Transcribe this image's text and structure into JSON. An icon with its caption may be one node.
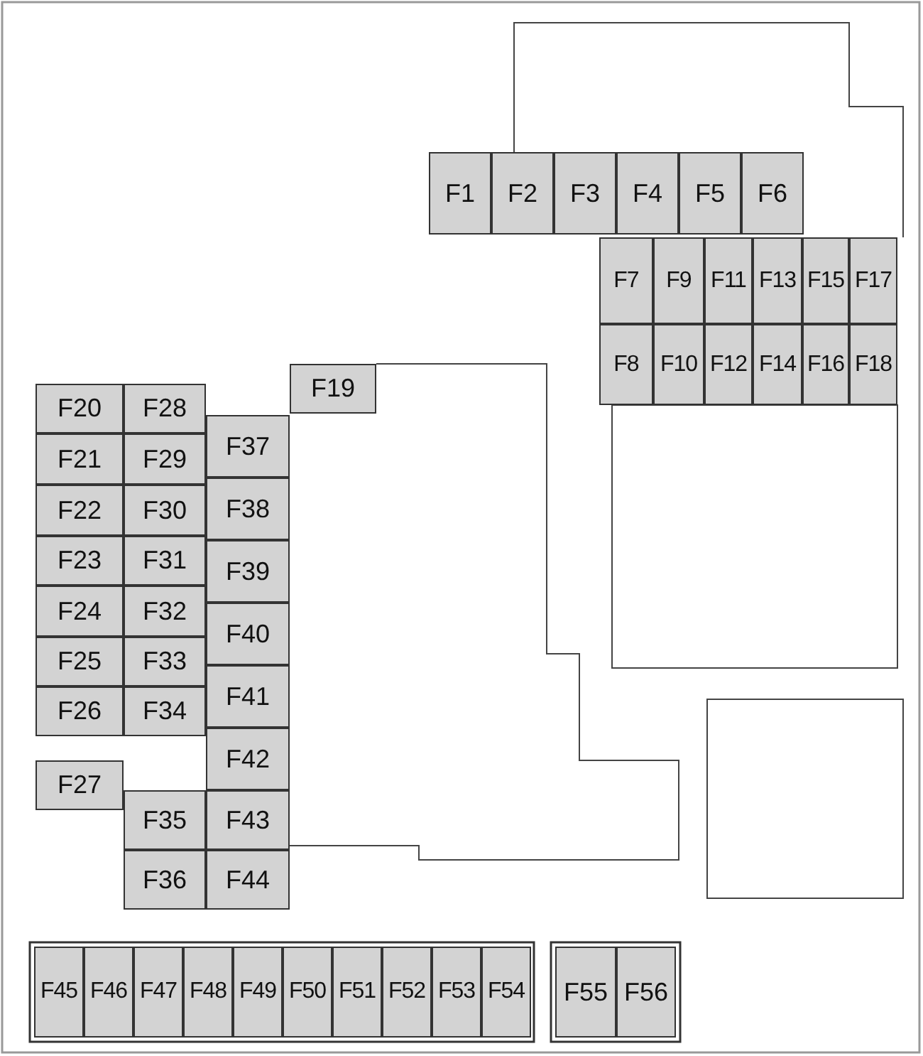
{
  "diagram": {
    "nodes": [
      {
        "text": [
          "F1"
        ]
      },
      {
        "text": [
          "F2"
        ]
      },
      {
        "text": [
          "F3"
        ]
      },
      {
        "text": [
          "F4"
        ]
      },
      {
        "text": [
          "F5"
        ]
      },
      {
        "text": [
          "F6"
        ]
      },
      {
        "text": [
          "F7"
        ]
      },
      {
        "text": [
          "F9"
        ]
      },
      {
        "text": [
          "F11"
        ]
      },
      {
        "text": [
          "F13"
        ]
      },
      {
        "text": [
          "F15"
        ]
      },
      {
        "text": [
          "F17"
        ]
      },
      {
        "text": [
          "F8"
        ]
      },
      {
        "text": [
          "F10"
        ]
      },
      {
        "text": [
          "F12"
        ]
      },
      {
        "text": [
          "F14"
        ]
      },
      {
        "text": [
          "F16"
        ]
      },
      {
        "text": [
          "F18"
        ]
      },
      {
        "text": [
          "F19"
        ]
      },
      {
        "text": [
          "F20"
        ]
      },
      {
        "text": [
          "F28"
        ]
      },
      {
        "text": [
          "F37"
        ]
      },
      {
        "text": [
          "F21"
        ]
      },
      {
        "text": [
          "F29"
        ]
      },
      {
        "text": [
          "F22"
        ]
      },
      {
        "text": [
          "F30"
        ]
      },
      {
        "text": [
          "F38"
        ]
      },
      {
        "text": [
          "F23"
        ]
      },
      {
        "text": [
          "F31"
        ]
      },
      {
        "text": [
          "F39"
        ]
      },
      {
        "text": [
          "F24"
        ]
      },
      {
        "text": [
          "F32"
        ]
      },
      {
        "text": [
          "F25"
        ]
      },
      {
        "text": [
          "F33"
        ]
      },
      {
        "text": [
          "F40"
        ]
      },
      {
        "text": [
          "F26"
        ]
      },
      {
        "text": [
          "F34"
        ]
      },
      {
        "text": [
          "F41"
        ]
      },
      {
        "text": [
          "F42"
        ]
      },
      {
        "text": [
          "F27"
        ]
      },
      {
        "text": [
          "F35"
        ]
      },
      {
        "text": [
          "F43"
        ]
      },
      {
        "text": [
          "F36"
        ]
      },
      {
        "text": [
          "F44"
        ]
      },
      {
        "text": [
          "F45"
        ]
      },
      {
        "text": [
          "F46"
        ]
      },
      {
        "text": [
          "F47"
        ]
      },
      {
        "text": [
          "F48"
        ]
      },
      {
        "text": [
          "F49"
        ]
      },
      {
        "text": [
          "F50"
        ]
      },
      {
        "text": [
          "F51"
        ]
      },
      {
        "text": [
          "F52"
        ]
      },
      {
        "text": [
          "F53"
        ]
      },
      {
        "text": [
          "F54"
        ]
      },
      {
        "text": [
          "F55"
        ]
      },
      {
        "text": [
          "F56"
        ]
      }
    ],
    "edges": []
  }
}
